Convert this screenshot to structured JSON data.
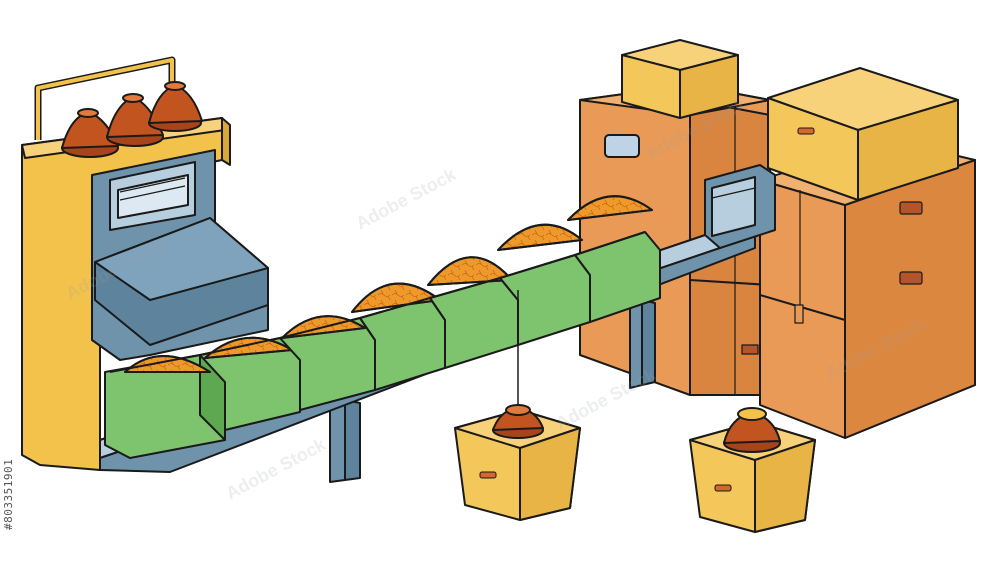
{
  "image": {
    "watermark_text": "Adobe Stock",
    "stock_id": "#803351901"
  },
  "colors": {
    "machine_yellow": "#F2C24A",
    "machine_blue": "#6F93AB",
    "conveyor_blue": "#95B6D0",
    "tray_green": "#7EC46E",
    "material_orange": "#EE9A2A",
    "cone_rust": "#C2541F",
    "box_orange": "#E99A56",
    "box_yellow": "#F4C75A",
    "outline": "#1a1a1a"
  },
  "icons": [
    "hopper-machine",
    "conveyor-belt",
    "material-tray",
    "weight-cone",
    "cardboard-box"
  ]
}
